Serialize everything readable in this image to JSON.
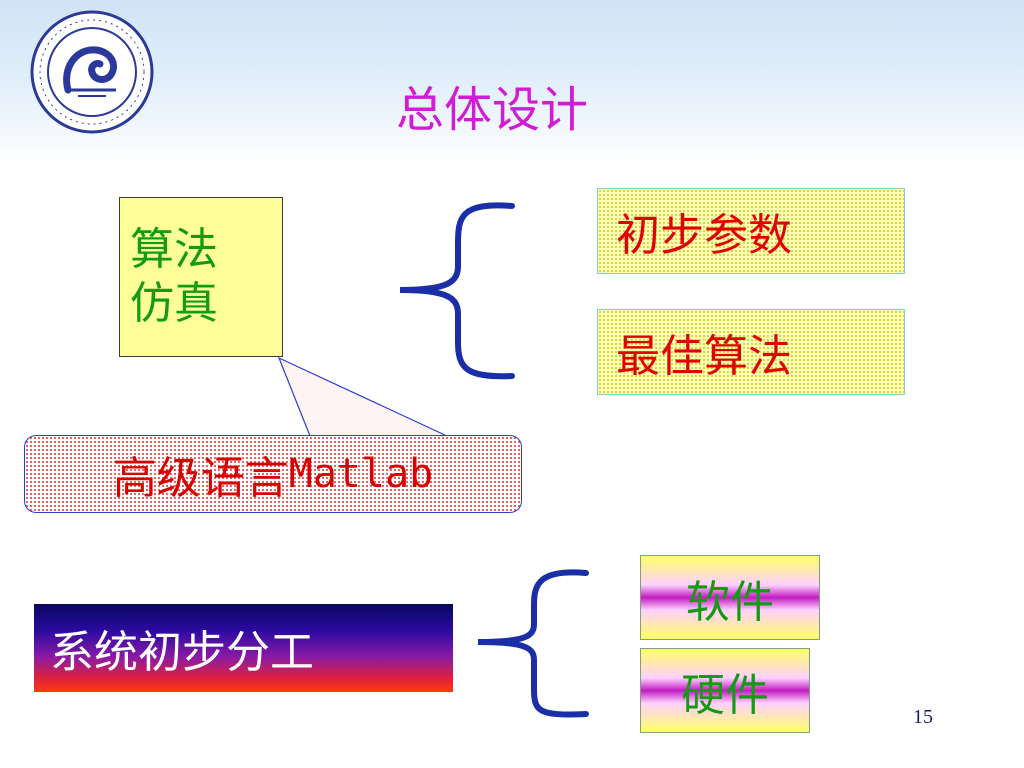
{
  "slide": {
    "title": "总体设计",
    "page_number": "15",
    "colors": {
      "title": "#d21bd6",
      "brace": "#1a2ea8",
      "algo_text": "#139b13",
      "red_text": "#e00000",
      "division_text": "#ffffff"
    }
  },
  "logo": {
    "icon": "university-seal-dinosaur-icon"
  },
  "algorithm_box": {
    "line1": "算法",
    "line2": "仿真"
  },
  "callout": {
    "cn": "高级语言",
    "latin": "Matlab"
  },
  "algorithm_outputs": [
    {
      "label": "初步参数"
    },
    {
      "label": "最佳算法"
    }
  ],
  "division_box": {
    "label": "系统初步分工"
  },
  "division_outputs": [
    {
      "label": "软件"
    },
    {
      "label": "硬件"
    }
  ]
}
